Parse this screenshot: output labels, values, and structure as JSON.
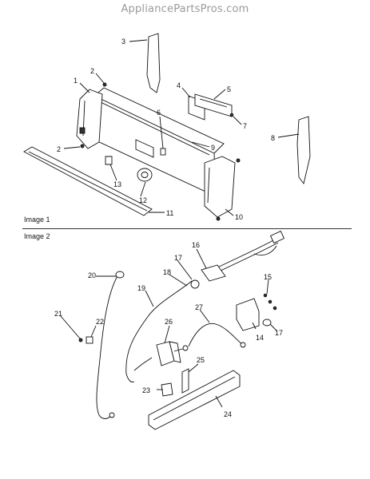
{
  "watermark": "AppliancePartsPros.com",
  "image1": {
    "label": "Image 1"
  },
  "image2": {
    "label": "Image 2"
  },
  "callouts_image1": [
    "1",
    "2",
    "2",
    "3",
    "4",
    "5",
    "6",
    "7",
    "8",
    "9",
    "10",
    "11",
    "12",
    "13"
  ],
  "callouts_image2": [
    "14",
    "15",
    "16",
    "17",
    "17",
    "18",
    "19",
    "20",
    "21",
    "22",
    "23",
    "24",
    "25",
    "26",
    "27"
  ]
}
